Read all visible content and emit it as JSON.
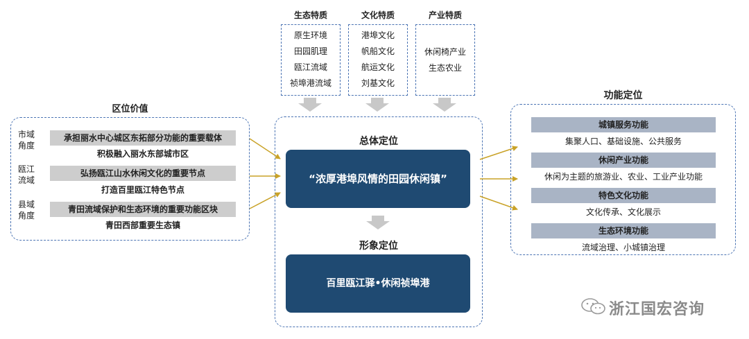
{
  "traits": [
    {
      "title": "生态特质",
      "items": [
        "原生环境",
        "田园肌理",
        "瓯江流域",
        "祯埠港流域"
      ]
    },
    {
      "title": "文化特质",
      "items": [
        "港埠文化",
        "帆船文化",
        "航运文化",
        "刘基文化"
      ]
    },
    {
      "title": "产业特质",
      "items": [
        "休闲椅产业",
        "生态农业"
      ]
    }
  ],
  "location_value": {
    "title": "区位价值",
    "rows": [
      {
        "label": "市域\n角度",
        "bar": "承担丽水中心城区东拓部分功能的重要载体",
        "line": "积极融入丽水东部城市区"
      },
      {
        "label": "瓯江\n流域",
        "bar": "弘扬瓯江山水休闲文化的重要节点",
        "line": "打造百里瓯江特色节点"
      },
      {
        "label": "县域\n角度",
        "bar": "青田流域保护和生态环境的重要功能区块",
        "line": "青田西部重要生态镇"
      }
    ]
  },
  "overall": {
    "title": "总体定位",
    "value": "“浓厚港埠风情的田园休闲镇”"
  },
  "image": {
    "title": "形象定位",
    "value": "百里瓯江驿•休闲祯埠港"
  },
  "function_positioning": {
    "title": "功能定位",
    "items": [
      {
        "bar": "城镇服务功能",
        "line": "集聚人口、基础设施、公共服务"
      },
      {
        "bar": "休闲产业功能",
        "line": "休闲为主题的旅游业、农业、工业产业功能"
      },
      {
        "bar": "特色文化功能",
        "line": "文化传承、文化展示"
      },
      {
        "bar": "生态环境功能",
        "line": "流域治理、小城镇治理"
      }
    ]
  },
  "watermark": "浙江国宏咨询",
  "colors": {
    "navy": "#1f4a72",
    "dash_border": "#4a73b3",
    "arrow_gold": "#c9a227",
    "grey_bar": "#cdcdcd",
    "func_bar": "#a9b4c5"
  }
}
